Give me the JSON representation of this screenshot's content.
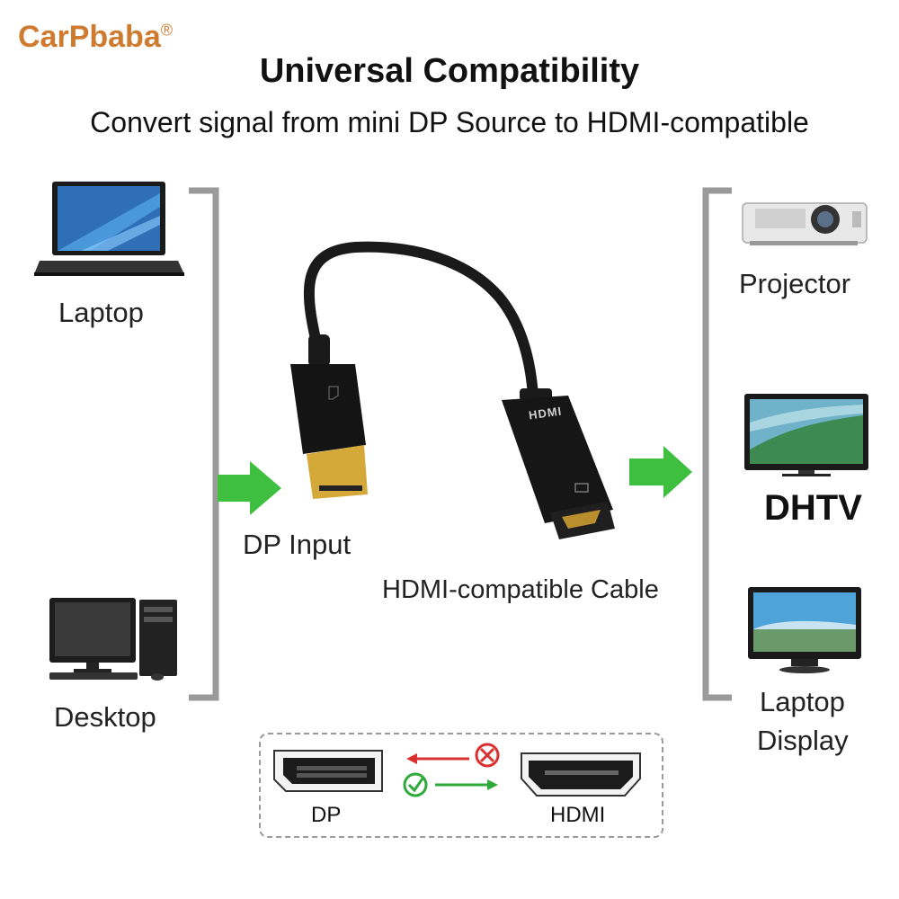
{
  "brand": {
    "name": "CarPbaba",
    "mark": "®"
  },
  "header": {
    "title": "Universal Compatibility",
    "subtitle_prefix": "Convert signal from ",
    "subtitle_mid": "mini DP",
    "subtitle_suffix": " Source to HDMI-compatible"
  },
  "sources": [
    {
      "label": "Laptop"
    },
    {
      "label": "Desktop"
    }
  ],
  "cable": {
    "input_label": "DP Input",
    "cable_label": "HDMI-compatible Cable",
    "port_text": "HDMI"
  },
  "outputs": [
    {
      "label": "Projector"
    },
    {
      "label": "DHTV"
    },
    {
      "label_line1": "Laptop",
      "label_line2": "Display"
    }
  ],
  "legend": {
    "left_label": "DP",
    "right_label": "HDMI"
  },
  "colors": {
    "brand": "#cf7b2f",
    "arrow_green": "#3fbf3f",
    "bracket": "#9a9a9a",
    "legend_red": "#d93030",
    "legend_green": "#2eaa3a"
  }
}
